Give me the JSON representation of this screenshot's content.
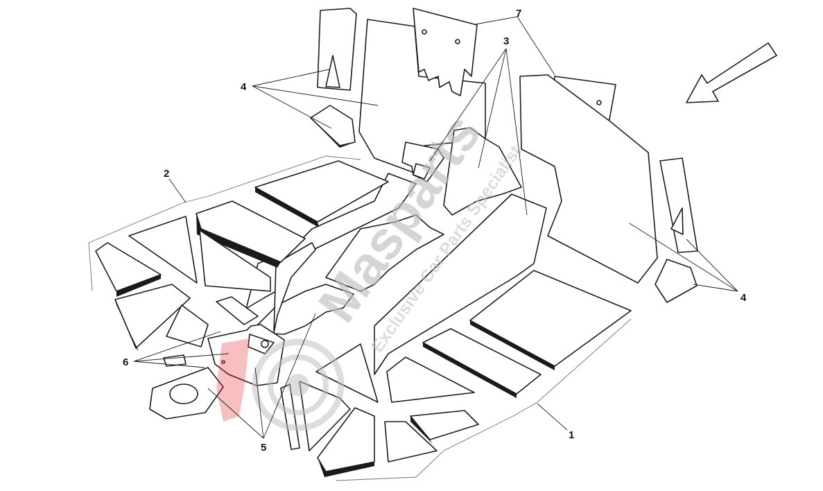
{
  "diagram": {
    "callouts": [
      "1",
      "2",
      "3",
      "4",
      "4",
      "5",
      "6",
      "7"
    ],
    "watermark": {
      "brand": "Masparts",
      "tagline": "Exclusive Car Parts Specialist",
      "accent_color": "#e8262a",
      "gray_color": "#bdbdbd"
    },
    "direction_arrow": "front-direction-arrow-icon"
  }
}
